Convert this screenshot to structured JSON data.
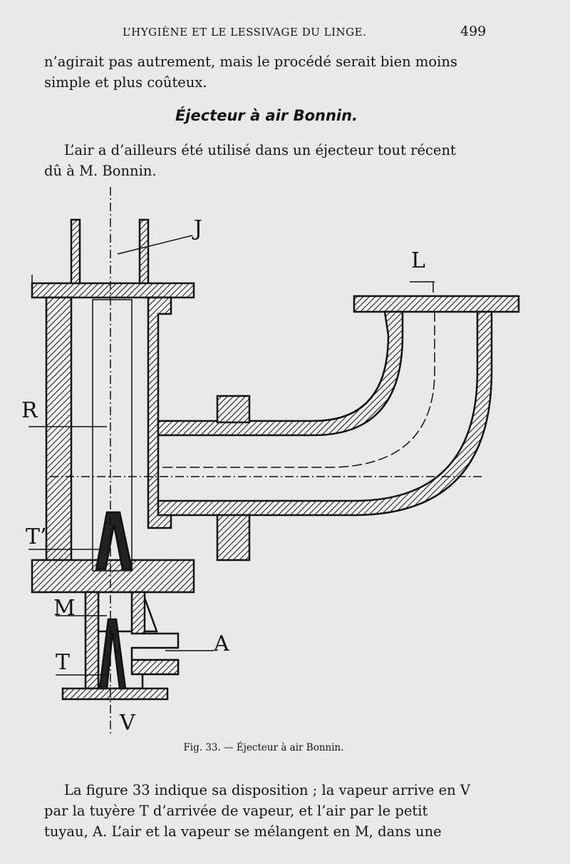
{
  "header": {
    "running_title": "L’HYGIÈNE ET LE LESSIVAGE DU LINGE.",
    "page_number": "499"
  },
  "paragraph_1": [
    "n’agirait pas autrement, mais le procédé serait bien moins",
    "simple et plus coûteux."
  ],
  "section_heading": "Éjecteur à air Bonnin.",
  "paragraph_2": [
    "L’air a d’ailleurs été utilisé dans un éjecteur tout récent",
    "dû à M. Bonnin."
  ],
  "figure": {
    "labels": {
      "J": "J",
      "L": "L",
      "R": "R",
      "T_prime": "T’",
      "M": "M",
      "T": "T",
      "A": "A",
      "V": "V"
    },
    "caption": "Fig. 33. — Éjecteur à air Bonnin."
  },
  "paragraph_3": [
    "La figure 33 indique sa disposition ; la vapeur arrive en V",
    "par la tuyère T d’arrivée de vapeur, et l’air par le petit",
    "tuyau, A. L’air et la vapeur se mélangent en M, dans une"
  ]
}
